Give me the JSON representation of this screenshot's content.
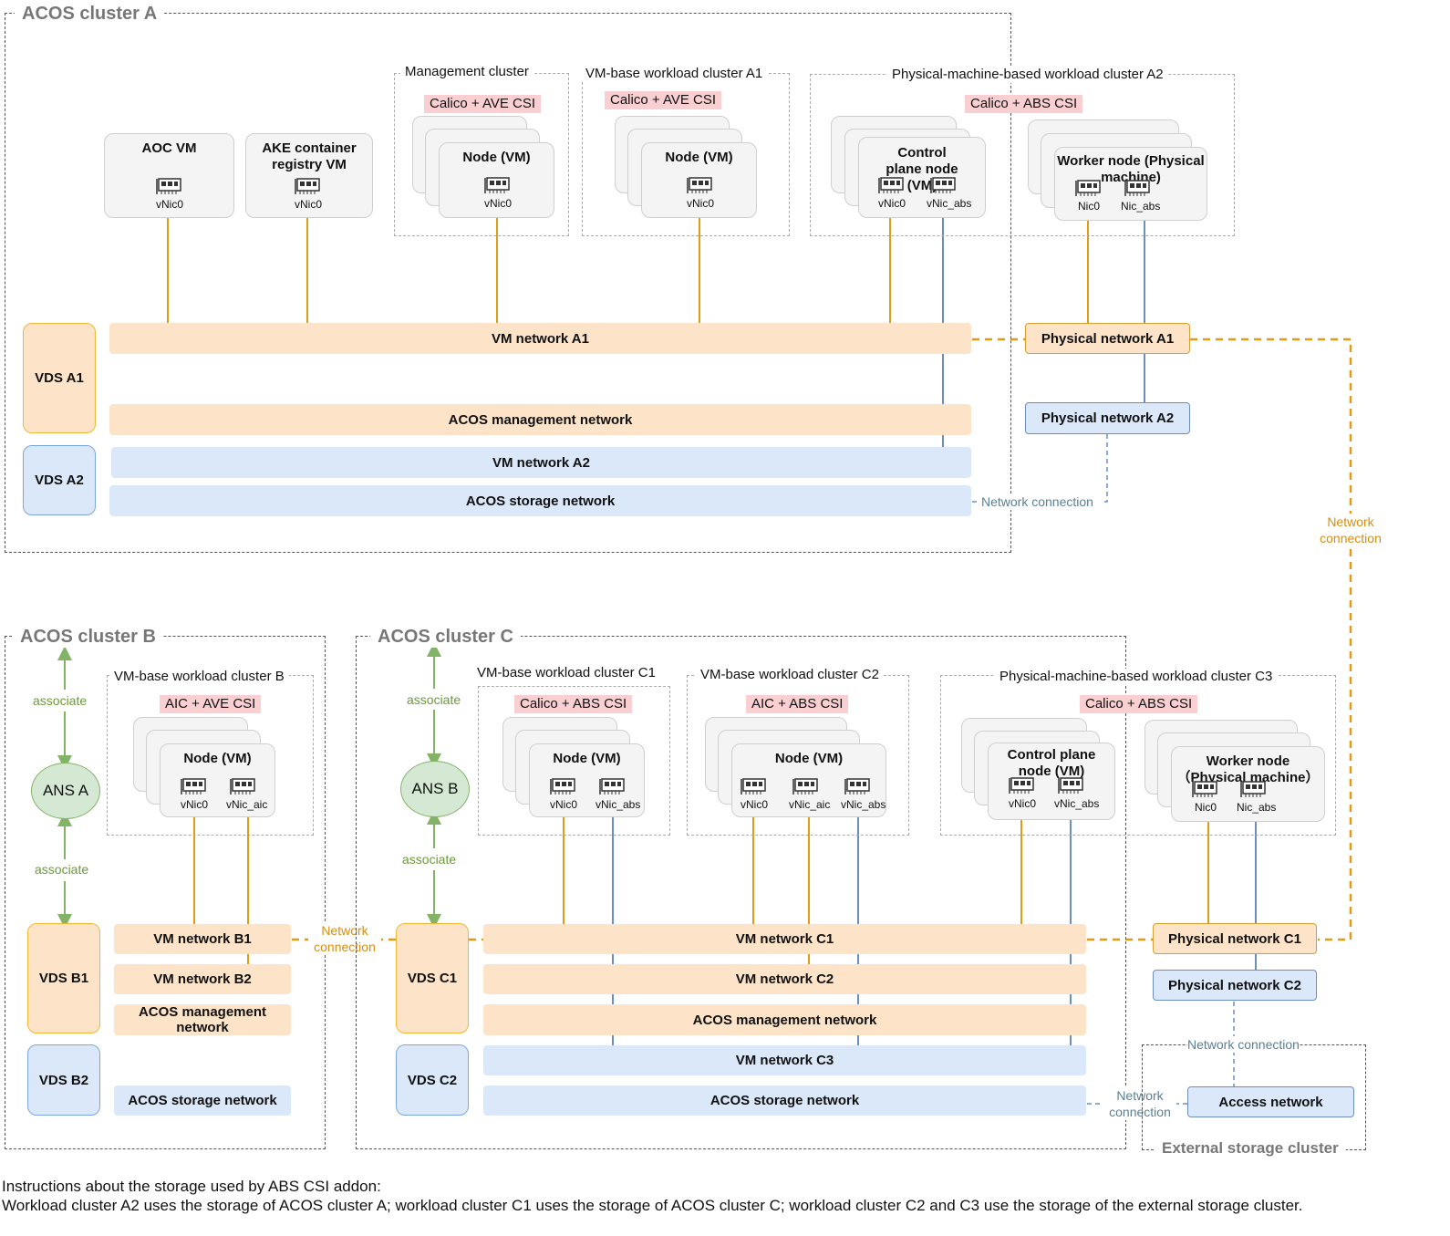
{
  "clusters": {
    "a": "ACOS cluster A",
    "b": "ACOS cluster B",
    "c": "ACOS cluster C",
    "ext": "External storage cluster"
  },
  "subclusters": {
    "mgmt": "Management cluster",
    "a1": "VM-base workload cluster A1",
    "a2": "Physical-machine-based workload cluster A2",
    "b": "VM-base workload cluster B",
    "c1": "VM-base workload cluster C1",
    "c2": "VM-base workload cluster C2",
    "c3": "Physical-machine-based workload cluster C3"
  },
  "csi": {
    "mgmt": "Calico + AVE CSI",
    "a1": "Calico + AVE CSI",
    "a2": "Calico + ABS CSI",
    "b": "AIC + AVE CSI",
    "c1": "Calico + ABS CSI",
    "c2": "AIC + ABS CSI",
    "c3": "Calico + ABS CSI"
  },
  "nodes": {
    "aoc_vm": "AOC VM",
    "ake_registry": "AKE container registry VM",
    "node_vm": "Node (VM)",
    "control_plane": "Control plane node (VM)",
    "worker_a": "Worker node (Physical machine)",
    "worker_c": "Worker node（Physical machine）"
  },
  "nics": {
    "vnic0": "vNic0",
    "vnic_abs": "vNic_abs",
    "vnic_aic": "vNic_aic",
    "nic0": "Nic0",
    "nic_abs": "Nic_abs"
  },
  "networks": {
    "vm_a1": "VM network A1",
    "mgmt": "ACOS management network",
    "vm_a2": "VM network A2",
    "storage": "ACOS storage network",
    "phys_a1": "Physical network A1",
    "phys_a2": "Physical network A2",
    "vm_b1": "VM network B1",
    "vm_b2": "VM network B2",
    "vm_c1": "VM network C1",
    "vm_c2": "VM network C2",
    "vm_c3": "VM network C3",
    "phys_c1": "Physical network C1",
    "phys_c2": "Physical network C2",
    "access": "Access network"
  },
  "vds": {
    "a1": "VDS A1",
    "a2": "VDS A2",
    "b1": "VDS B1",
    "b2": "VDS B2",
    "c1": "VDS C1",
    "c2": "VDS C2"
  },
  "ans": {
    "a": "ANS A",
    "b": "ANS B"
  },
  "labels": {
    "network_connection": "Network connection",
    "associate": "associate"
  },
  "notes": {
    "line1": "Instructions about the storage used by ABS CSI addon:",
    "line2": "Workload cluster A2 uses the storage of ACOS cluster A; workload cluster C1 uses the storage of ACOS cluster C; workload cluster C2 and C3 use the storage of the external storage cluster."
  },
  "colors": {
    "orange_fill": "#fde4c9",
    "blue_fill": "#dbe8fa",
    "orange_line": "#e09c15",
    "blue_line": "#6c8ebf",
    "green_line": "#82b366",
    "csi_highlight": "#f9cfd2"
  }
}
